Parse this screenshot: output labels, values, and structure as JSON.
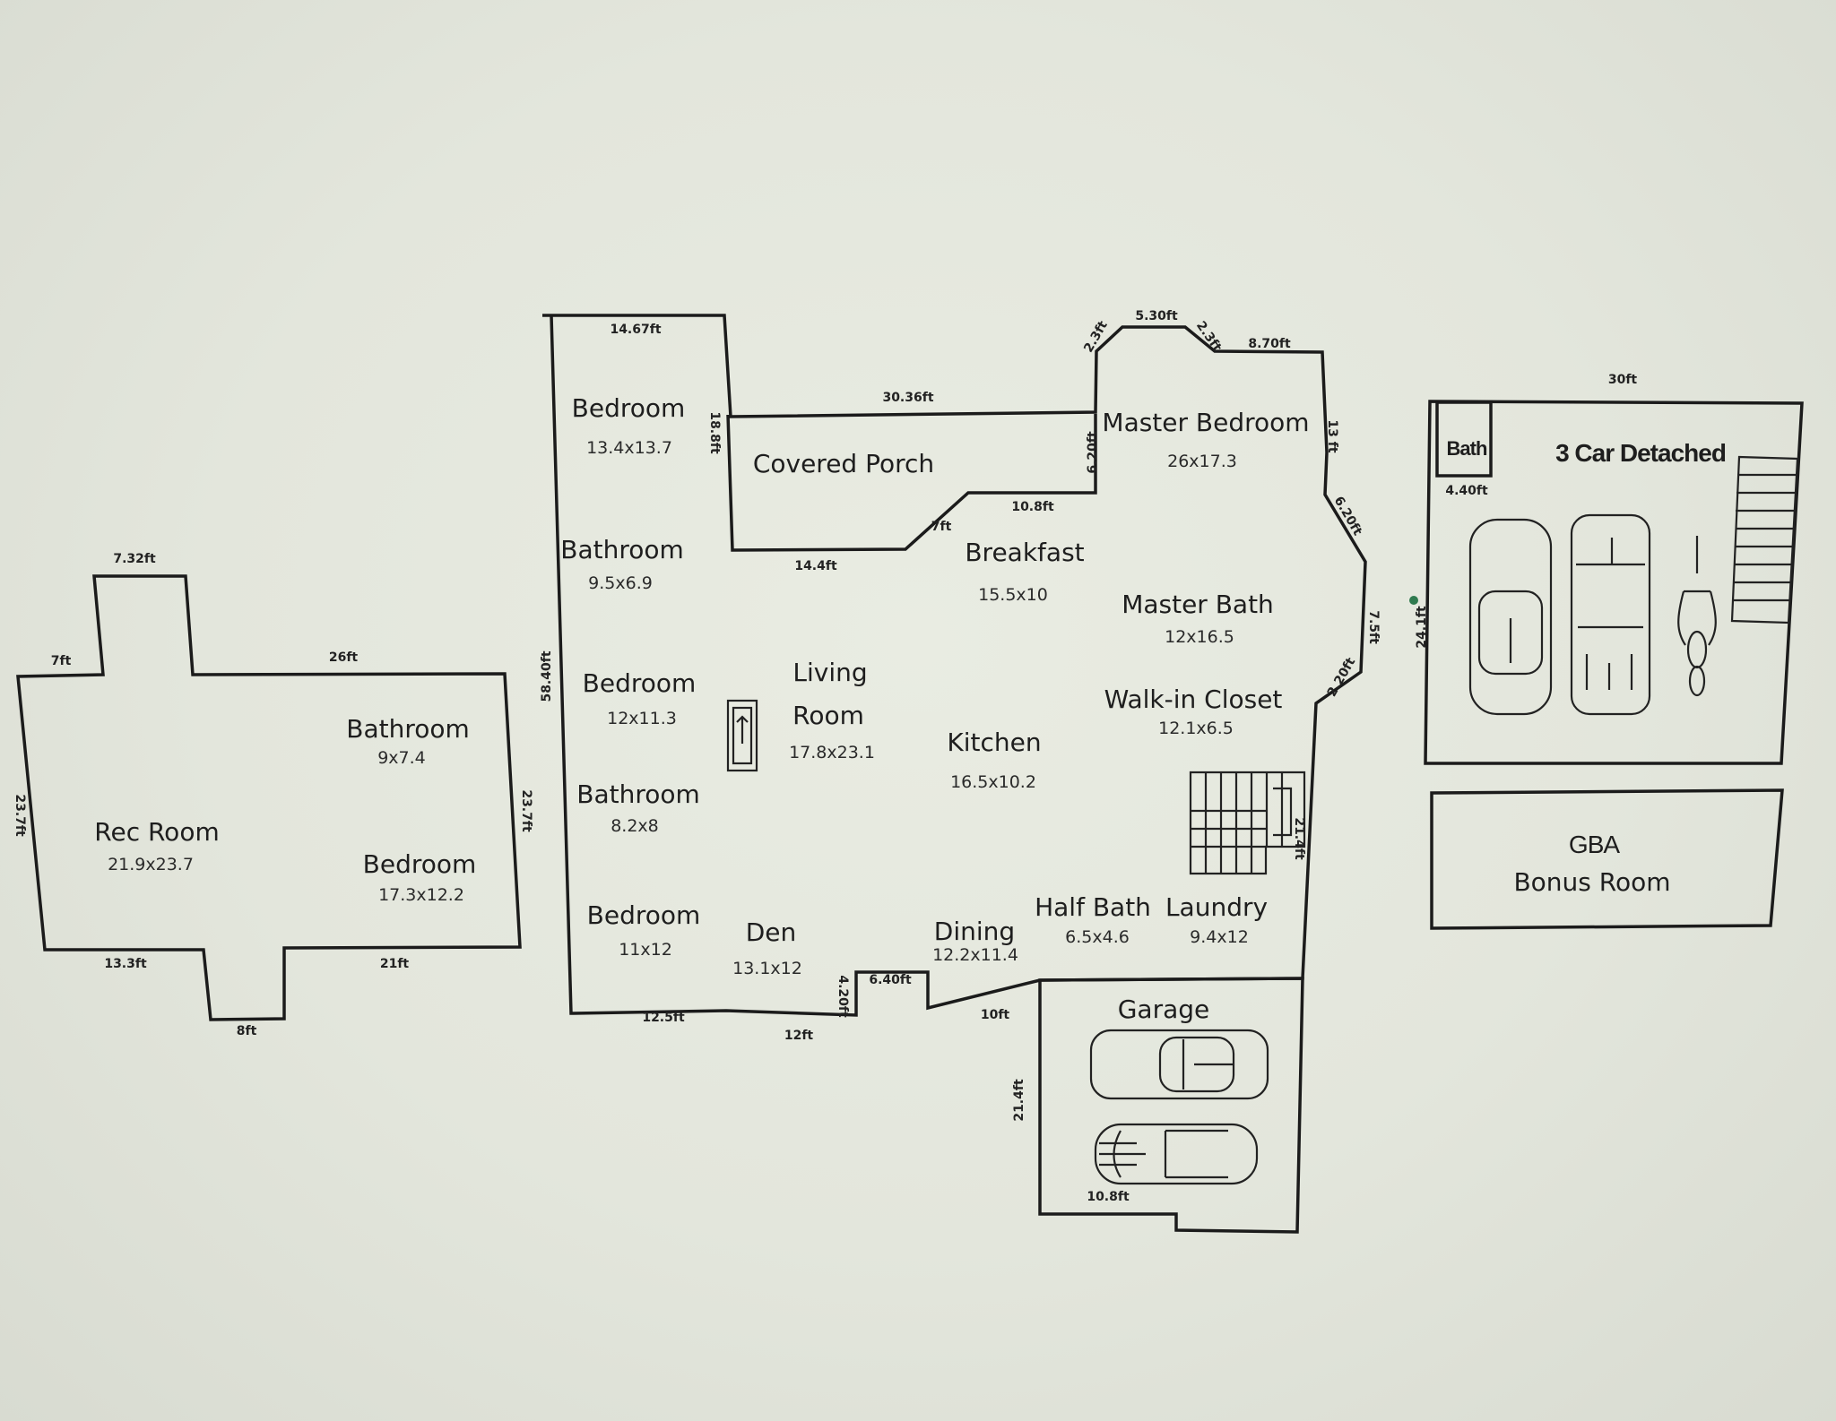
{
  "rooms": {
    "rec_room": {
      "name": "Rec Room",
      "dims": "21.9x23.7"
    },
    "lower_bathroom": {
      "name": "Bathroom",
      "dims": "9x7.4"
    },
    "lower_bedroom": {
      "name": "Bedroom",
      "dims": "17.3x12.2"
    },
    "bedroom_1": {
      "name": "Bedroom",
      "dims": "13.4x13.7"
    },
    "covered_porch": {
      "name": "Covered Porch"
    },
    "bathroom_1": {
      "name": "Bathroom",
      "dims": "9.5x6.9"
    },
    "bedroom_2": {
      "name": "Bedroom",
      "dims": "12x11.3"
    },
    "living_room_line1": {
      "name": "Living"
    },
    "living_room_line2": {
      "name": "Room",
      "dims": "17.8x23.1"
    },
    "bathroom_2": {
      "name": "Bathroom",
      "dims": "8.2x8"
    },
    "bedroom_3": {
      "name": "Bedroom",
      "dims": "11x12"
    },
    "den": {
      "name": "Den",
      "dims": "13.1x12"
    },
    "breakfast": {
      "name": "Breakfast",
      "dims": "15.5x10"
    },
    "kitchen": {
      "name": "Kitchen",
      "dims": "16.5x10.2"
    },
    "dining": {
      "name": "Dining",
      "dims": "12.2x11.4"
    },
    "master_bedroom": {
      "name": "Master Bedroom",
      "dims": "26x17.3"
    },
    "master_bath": {
      "name": "Master Bath",
      "dims": "12x16.5"
    },
    "walk_in_closet": {
      "name": "Walk-in Closet",
      "dims": "12.1x6.5"
    },
    "half_bath": {
      "name": "Half Bath",
      "dims": "6.5x4.6"
    },
    "laundry": {
      "name": "Laundry",
      "dims": "9.4x12"
    },
    "garage": {
      "name": "Garage"
    },
    "detached_garage": {
      "name": "3 Car Detached"
    },
    "detached_bath": {
      "name": "Bath"
    },
    "gba": {
      "name": "GBA"
    },
    "bonus_room": {
      "name": "Bonus Room"
    }
  },
  "measurements": {
    "m_14_67": "14.67ft",
    "m_30_36": "30.36ft",
    "m_14_4": "14.4ft",
    "m_5_30": "5.30ft",
    "m_8_70": "8.70ft",
    "m_58_4": "58.40ft",
    "m_7_32": "7.32ft",
    "m_26": "26ft",
    "m_23_7_left": "23.7ft",
    "m_23_7_right": "23.7ft",
    "m_13_3": "13.3ft",
    "m_21": "21ft",
    "m_8": "8ft",
    "m_12_5": "12.5ft",
    "m_12": "12ft",
    "m_4_20": "4.20ft",
    "m_6_40": "6.40ft",
    "m_10": "10ft",
    "m_21_4_left": "21.4ft",
    "m_21_4_right": "21.4ft",
    "m_30": "30ft",
    "m_24_1": "24.1ft",
    "m_4_40": "4.40ft",
    "m_7": "7ft",
    "m_7_5": "7.5ft",
    "m_13": "13 ft",
    "m_18_8": "18.8ft",
    "m_2_3a": "2.3ft",
    "m_2_3b": "2.3ft",
    "m_6_20": "6.20ft",
    "m_10_8": "10.8ft",
    "m_6_20b": "6.20ft",
    "m_10_8b": "10.8ft",
    "m_2_20": "2.20ft"
  },
  "colors": {
    "background": "#e4e7dd",
    "line": "#1b1b1b"
  }
}
